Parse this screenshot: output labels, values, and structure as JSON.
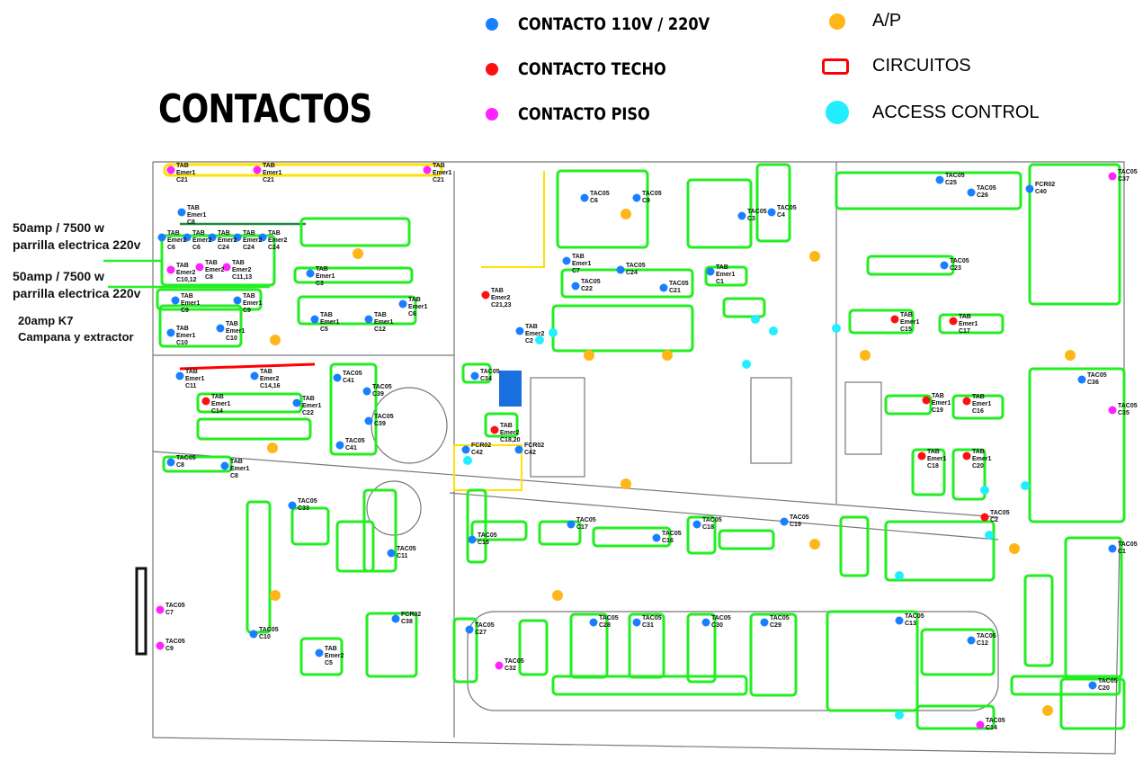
{
  "title": "CONTACTOS",
  "legend": [
    {
      "label": "CONTACTO 110V / 220V",
      "color": "#1a7fff",
      "icon": "blue-dot"
    },
    {
      "label": "CONTACTO TECHO",
      "color": "#ff1010",
      "icon": "red-dot"
    },
    {
      "label": "CONTACTO PISO",
      "color": "#ff22ff",
      "icon": "magenta-dot"
    },
    {
      "label": "A/P",
      "color": "#ffb619",
      "icon": "orange-dot"
    },
    {
      "label": "CIRCUITOS",
      "color": "#ff0000",
      "icon": "red-rounded-rect"
    },
    {
      "label": "ACCESS CONTROL",
      "color": "#22eeff",
      "icon": "cyan-dot"
    }
  ],
  "notes": [
    {
      "line1": "50amp / 7500 w",
      "line2": "parrilla electrica 220v"
    },
    {
      "line1": "50amp / 7500 w",
      "line2": "parrilla electrica 220v"
    },
    {
      "line1": "20amp  K7",
      "line2": "Campana y extractor"
    }
  ],
  "colors": {
    "circuit": "#22ee22",
    "wall": "#666666",
    "emergency_circuit": "#ffe000"
  },
  "outlet_labels": [
    "TAB Emer1 C21",
    "TAB Emer1 C21",
    "TAB Emer1 C21",
    "TAB Emer1 C8",
    "TAB Emer2 C6",
    "TAB Emer2 C6",
    "TAB Emer2 C24",
    "TAB Emer2 C24",
    "TAB Emer2 C24",
    "TAB Emer2 C10,12",
    "TAB Emer2 C8",
    "TAB Emer2 C11,13",
    "TAB Emer1 C9",
    "TAB Emer1 C9",
    "TAB Emer1 C10",
    "TAB Emer1 C10",
    "TAB Emer1 C11",
    "TAB Emer2 C14,16",
    "TAB Emer1 C14",
    "TAB Emer1 C22",
    "TAC05 C8",
    "TAB Emer1 C8",
    "TAB Emer1 C3",
    "TAB Emer1 C6",
    "TAB Emer1 C12",
    "TAB Emer1 C5",
    "TAC05 C41",
    "TAC05 C39",
    "TAC05 C39",
    "TAC05 C41",
    "TAB Emer2 C21,23",
    "TAB Emer2 C2",
    "TAB Emer1 C7",
    "TAC05 C34",
    "TAB Emer2 C18,20",
    "FCR02 C42",
    "FCR02 C42",
    "TAC05 C6",
    "TAC05 C9",
    "TAC05 C3",
    "TAC05 C4",
    "TAC05 C24",
    "TAC05 C22",
    "TAC05 C21",
    "TAB Emer1 C1",
    "TAC05 C25",
    "TAC05 C26",
    "FCR02 C40",
    "TAC05 C37",
    "TAC05 C23",
    "TAB Emer1 C15",
    "TAB Emer1 C17",
    "TAC05 C36",
    "TAC05 C35",
    "TAB Emer1 C19",
    "TAB Emer1 C16",
    "TAB Emer1 C18",
    "TAB Emer1 C20",
    "TAC05 C2",
    "TAC05 C1",
    "TAC05 C20",
    "TAC05 C14",
    "TAC05 C13",
    "TAC05 C12",
    "TAC05 C29",
    "TAC05 C30",
    "TAC05 C31",
    "TAC05 C28",
    "TAC05 C27",
    "TAC05 C32",
    "FCR02 C38",
    "TAB Emer2 C5",
    "TAC05 C33",
    "TAC05 C11",
    "TAC05 C10",
    "TAC05 C7",
    "TAC05 C9",
    "TAC05 C15",
    "TAC05 C17",
    "TAC05 C16",
    "TAC05 C18",
    "TAC05 C19"
  ]
}
